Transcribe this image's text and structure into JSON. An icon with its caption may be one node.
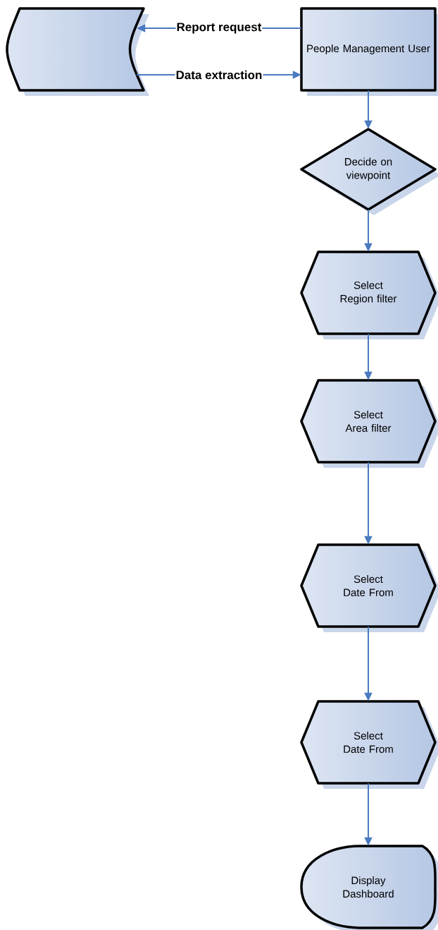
{
  "diagram": {
    "nodes": [
      {
        "text": [],
        "shape": "box"
      },
      {
        "text": [
          "People Management User"
        ]
      },
      {
        "text": [
          "Decide on viewpoint"
        ]
      },
      {
        "text": [
          "Select Region filter"
        ]
      },
      {
        "text": [
          "Select Area filter"
        ]
      },
      {
        "text": [
          "Select Date From"
        ]
      },
      {
        "text": [
          "Select Date From"
        ]
      },
      {
        "text": [
          "Display Dashboard"
        ]
      }
    ],
    "edges": [
      {
        "from": 1,
        "to": 0,
        "arrow": "to",
        "label": "Report request"
      },
      {
        "from": 0,
        "to": 1,
        "arrow": "to",
        "label": "Data extraction"
      },
      {
        "from": 1,
        "to": 2,
        "arrow": "to"
      },
      {
        "from": 2,
        "to": 3,
        "arrow": "to"
      },
      {
        "from": 3,
        "to": 4,
        "arrow": "to"
      },
      {
        "from": 4,
        "to": 5,
        "arrow": "to"
      },
      {
        "from": 5,
        "to": 6,
        "arrow": "to"
      },
      {
        "from": 6,
        "to": 7,
        "arrow": "to"
      }
    ]
  }
}
